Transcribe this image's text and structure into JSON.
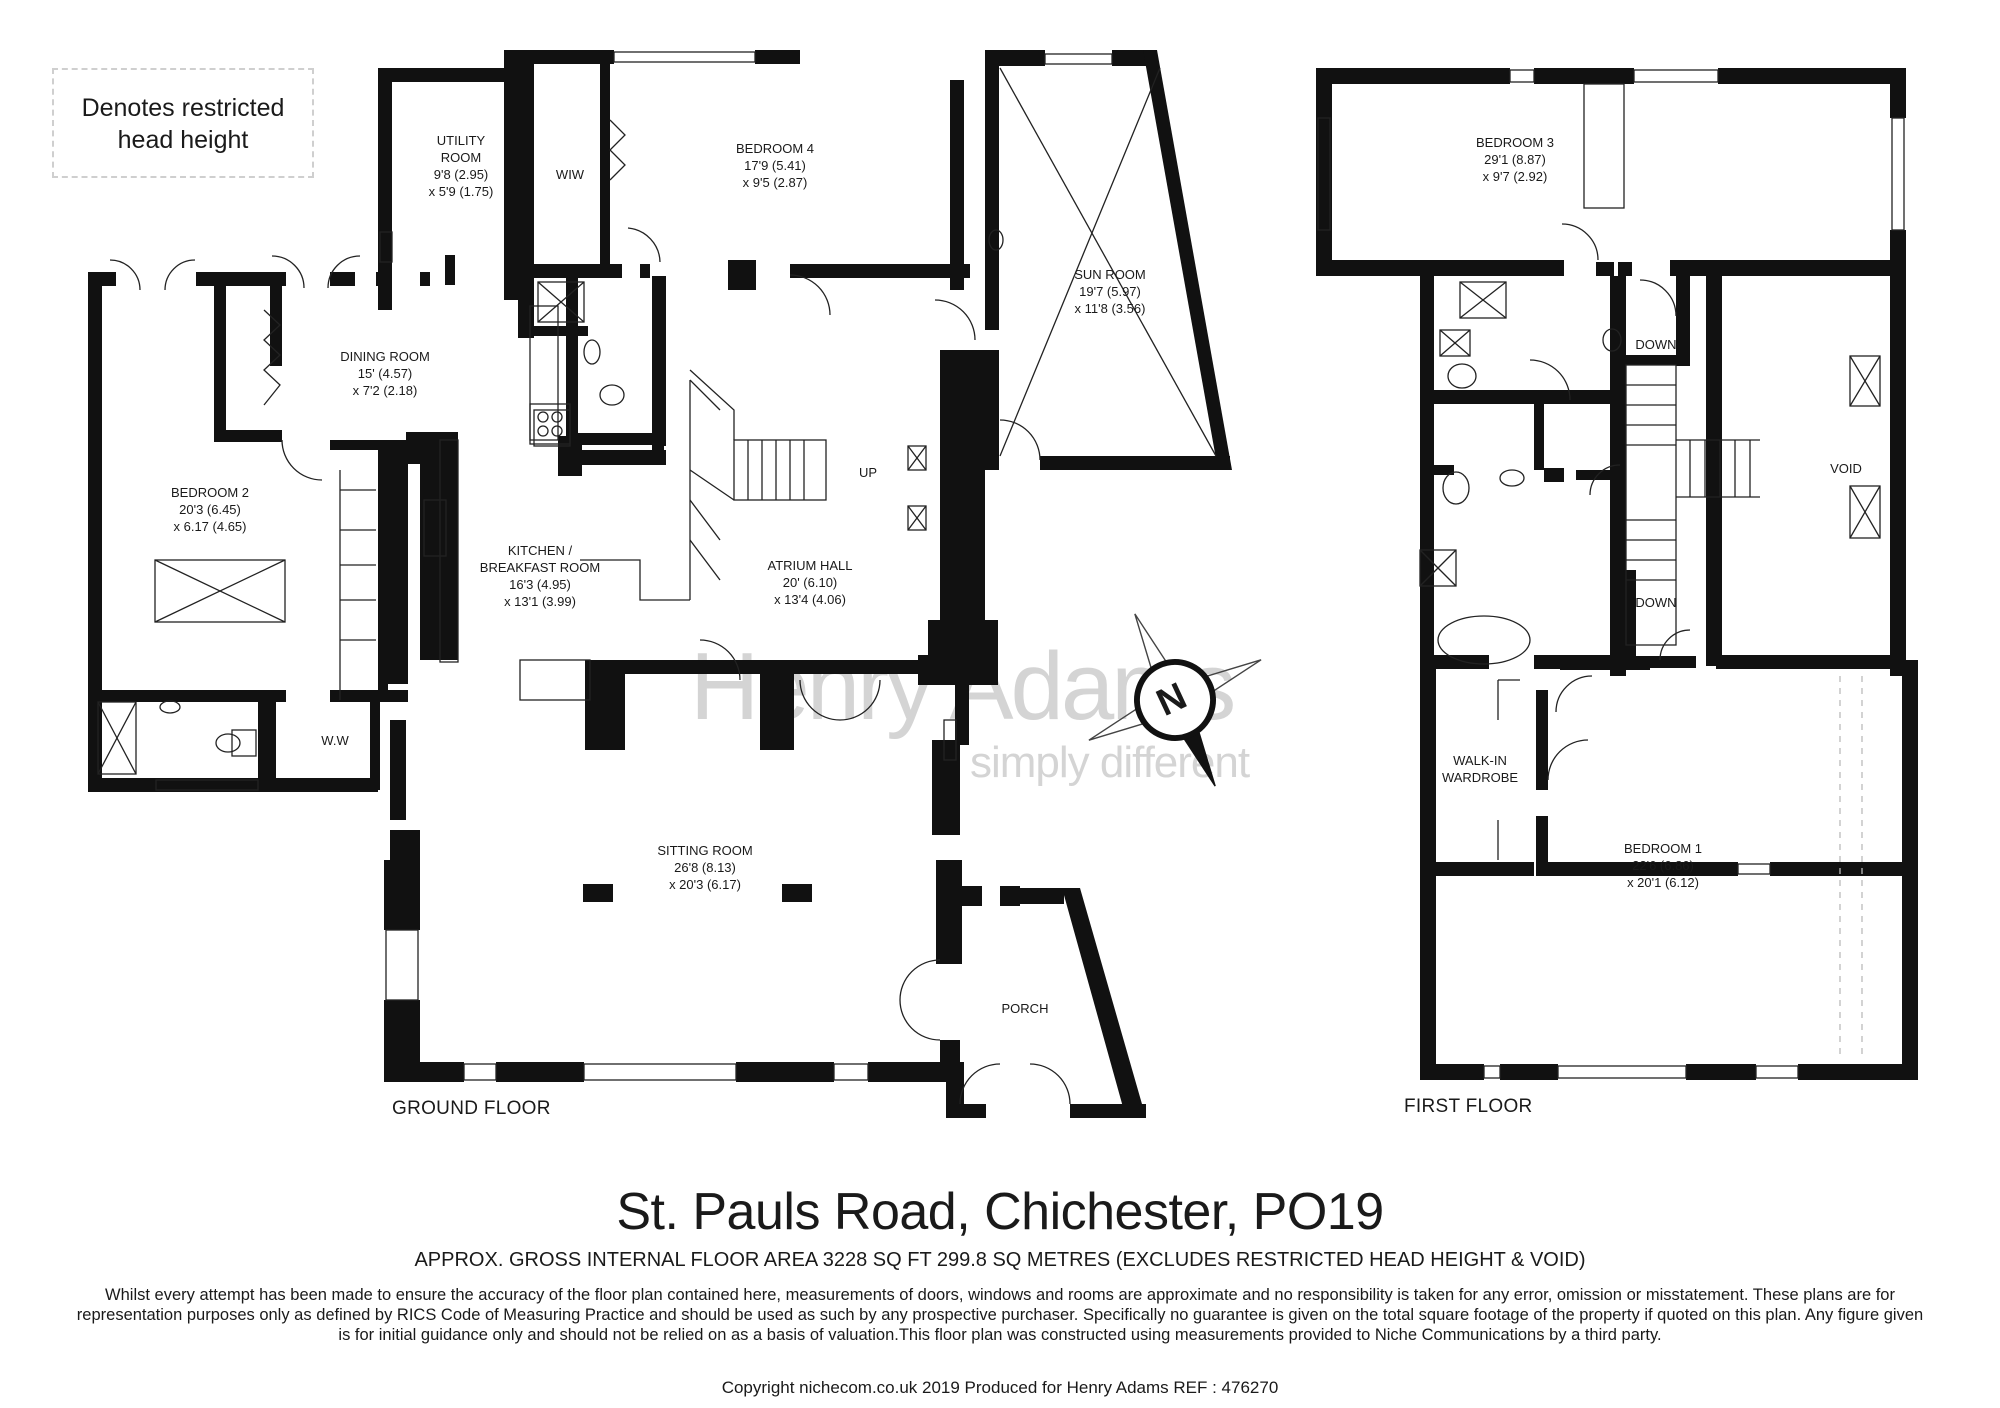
{
  "legend": {
    "line1": "Denotes restricted",
    "line2": "head height"
  },
  "ground_floor": {
    "title": "GROUND FLOOR",
    "rooms": {
      "utility": [
        "UTILITY",
        "ROOM",
        "9'8 (2.95)",
        "x 5'9 (1.75)"
      ],
      "wiw": [
        "WIW"
      ],
      "bedroom4": [
        "BEDROOM 4",
        "17'9 (5.41)",
        "x 9'5 (2.87)"
      ],
      "sunroom": [
        "SUN ROOM",
        "19'7 (5.97)",
        "x 11'8 (3.56)"
      ],
      "dining": [
        "DINING ROOM",
        "15' (4.57)",
        "x 7'2 (2.18)"
      ],
      "bedroom2": [
        "BEDROOM 2",
        "20'3 (6.45)",
        "x 6.17 (4.65)"
      ],
      "kitchen": [
        "KITCHEN /",
        "BREAKFAST ROOM",
        "16'3 (4.95)",
        "x 13'1 (3.99)"
      ],
      "atrium": [
        "ATRIUM HALL",
        "20' (6.10)",
        "x 13'4 (4.06)"
      ],
      "ww": [
        "W.W"
      ],
      "sitting": [
        "SITTING ROOM",
        "26'8 (8.13)",
        "x 20'3 (6.17)"
      ],
      "porch": [
        "PORCH"
      ]
    },
    "stair_label": "UP"
  },
  "first_floor": {
    "title": "FIRST FLOOR",
    "rooms": {
      "bedroom3": [
        "BEDROOM 3",
        "29'1 (8.87)",
        "x 9'7 (2.92)"
      ],
      "void": [
        "VOID"
      ],
      "walkin": [
        "WALK-IN",
        "WARDROBE"
      ],
      "bedroom1": [
        "BEDROOM 1",
        "22'6 (6.86)",
        "x 20'1 (6.12)"
      ]
    },
    "down_labels": [
      "DOWN",
      "DOWN"
    ]
  },
  "compass_letter": "N",
  "watermark": {
    "brand": "Henry Adams",
    "tagline": "simply different"
  },
  "title": "St. Pauls Road, Chichester, PO19",
  "area": "APPROX. GROSS INTERNAL FLOOR AREA 3228 SQ FT 299.8 SQ METRES (EXCLUDES RESTRICTED HEAD HEIGHT & VOID)",
  "disclaimer": "Whilst every attempt has been made to ensure the accuracy of the floor plan contained here, measurements of doors, windows and rooms are approximate and no responsibility is taken for any error, omission or misstatement. These plans are for representation purposes only as defined by RICS Code of Measuring Practice and should be used as such by any prospective purchaser.  Specifically no guarantee is given on the total square footage of the property if quoted on this plan. Any figure given is for initial guidance only and should not be relied on as a basis of valuation.This floor plan was constructed using measurements provided to Niche Communications by a third party.",
  "copyright": "Copyright nichecom.co.uk 2019    Produced for Henry Adams    REF : 476270",
  "colors": {
    "wall": "#111111",
    "watermark": "#d4d4d4",
    "legend_border": "#cfcfcf",
    "text": "#1a1a1a"
  }
}
